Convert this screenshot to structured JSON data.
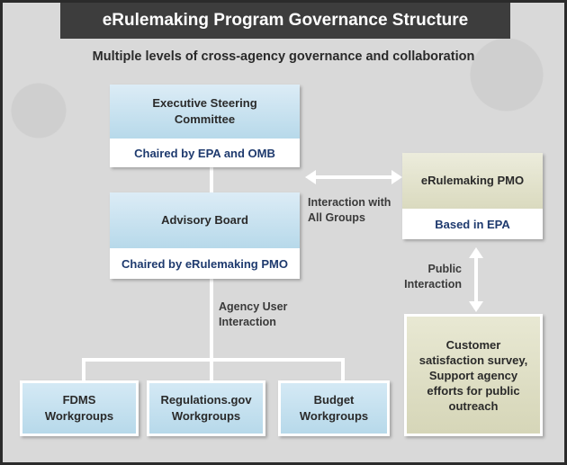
{
  "title": "eRulemaking Program Governance Structure",
  "subtitle": "Multiple levels of cross-agency governance and collaboration",
  "nodes": {
    "steering": {
      "name": "Executive Steering Committee",
      "note": "Chaired by EPA and OMB"
    },
    "advisory": {
      "name": "Advisory Board",
      "note": "Chaired by eRulemaking PMO"
    },
    "pmo": {
      "name": "eRulemaking PMO",
      "note": "Based in EPA"
    },
    "workgroups": [
      {
        "name": "FDMS Workgroups"
      },
      {
        "name": "Regulations.gov Workgroups"
      },
      {
        "name": "Budget Workgroups"
      }
    ],
    "outreach": {
      "text": "Customer satisfaction survey, Support agency efforts for public outreach"
    }
  },
  "edges": {
    "interaction_all": "Interaction with All Groups",
    "agency_user": "Agency User Interaction",
    "public": "Public Interaction"
  },
  "colors": {
    "frame": "#2b2b2b",
    "title_bar": "#3d3d3d",
    "blue_box": "#b7d9ea",
    "khaki_box": "#d6d6b8",
    "note_text": "#1e3a6e"
  }
}
